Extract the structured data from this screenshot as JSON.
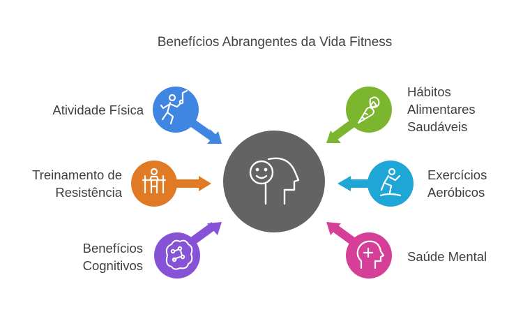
{
  "title": "Benefícios Abrangentes da Vida Fitness",
  "center": {
    "icon": "head-smile-icon",
    "color": "#636363"
  },
  "nodes": [
    {
      "id": "atividade-fisica",
      "lines": [
        "Atividade Física"
      ],
      "icon": "running-person-icon",
      "color": "#3f86e3"
    },
    {
      "id": "treinamento-resistencia",
      "lines": [
        "Treinamento de",
        "Resistência"
      ],
      "icon": "pull-up-bar-icon",
      "color": "#e17a24"
    },
    {
      "id": "beneficios-cognitivos",
      "lines": [
        "Benefícios",
        "Cognitivos"
      ],
      "icon": "brain-network-icon",
      "color": "#8753d6"
    },
    {
      "id": "habitos-alimentares",
      "lines": [
        "Hábitos",
        "Alimentares",
        "Saudáveis"
      ],
      "icon": "vegetables-icon",
      "color": "#7cb52e"
    },
    {
      "id": "exercicios-aerobicos",
      "lines": [
        "Exercícios",
        "Aeróbicos"
      ],
      "icon": "exercise-bike-icon",
      "color": "#1ea6d6"
    },
    {
      "id": "saude-mental",
      "lines": [
        "Saúde Mental"
      ],
      "icon": "mind-health-icon",
      "color": "#d63f97"
    }
  ]
}
